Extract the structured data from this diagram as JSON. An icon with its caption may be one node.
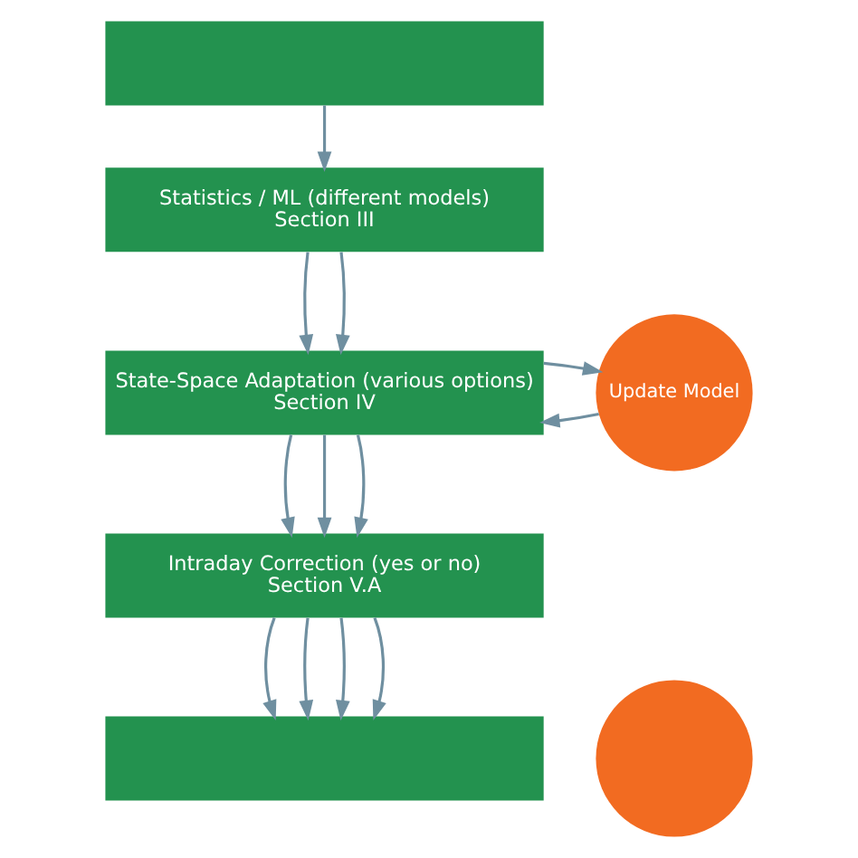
{
  "diagram": {
    "nodes": [
      {
        "text": [],
        "shape": "box"
      },
      {
        "text": [
          "Statistics / ML (different models)",
          "Section III"
        ]
      },
      {
        "text": [
          "State-Space Adaptation (various options)",
          "Section IV"
        ]
      },
      {
        "text": [
          "Update Model"
        ]
      },
      {
        "text": [
          "Intraday Correction (yes or no)",
          "Section V.A"
        ]
      },
      {
        "text": [],
        "shape": "box"
      },
      {
        "text": [],
        "shape": "circle"
      }
    ],
    "edges": [
      {
        "from": 0,
        "to": 1,
        "arrow": "to"
      },
      {
        "from": 1,
        "to": 2,
        "arrow": "to"
      },
      {
        "from": 1,
        "to": 2,
        "arrow": "to"
      },
      {
        "from": 3,
        "to": 2,
        "arrow": "to"
      },
      {
        "from": 2,
        "to": 4,
        "arrow": "to"
      },
      {
        "from": 2,
        "to": 4,
        "arrow": "to"
      },
      {
        "from": 2,
        "to": 4,
        "arrow": "to"
      },
      {
        "from": 2,
        "to": 3,
        "arrow": "to"
      },
      {
        "from": 4,
        "to": 5,
        "arrow": "to"
      },
      {
        "from": 4,
        "to": 5,
        "arrow": "to"
      },
      {
        "from": 4,
        "to": 5,
        "arrow": "to"
      },
      {
        "from": 4,
        "to": 5,
        "arrow": "to"
      }
    ]
  }
}
